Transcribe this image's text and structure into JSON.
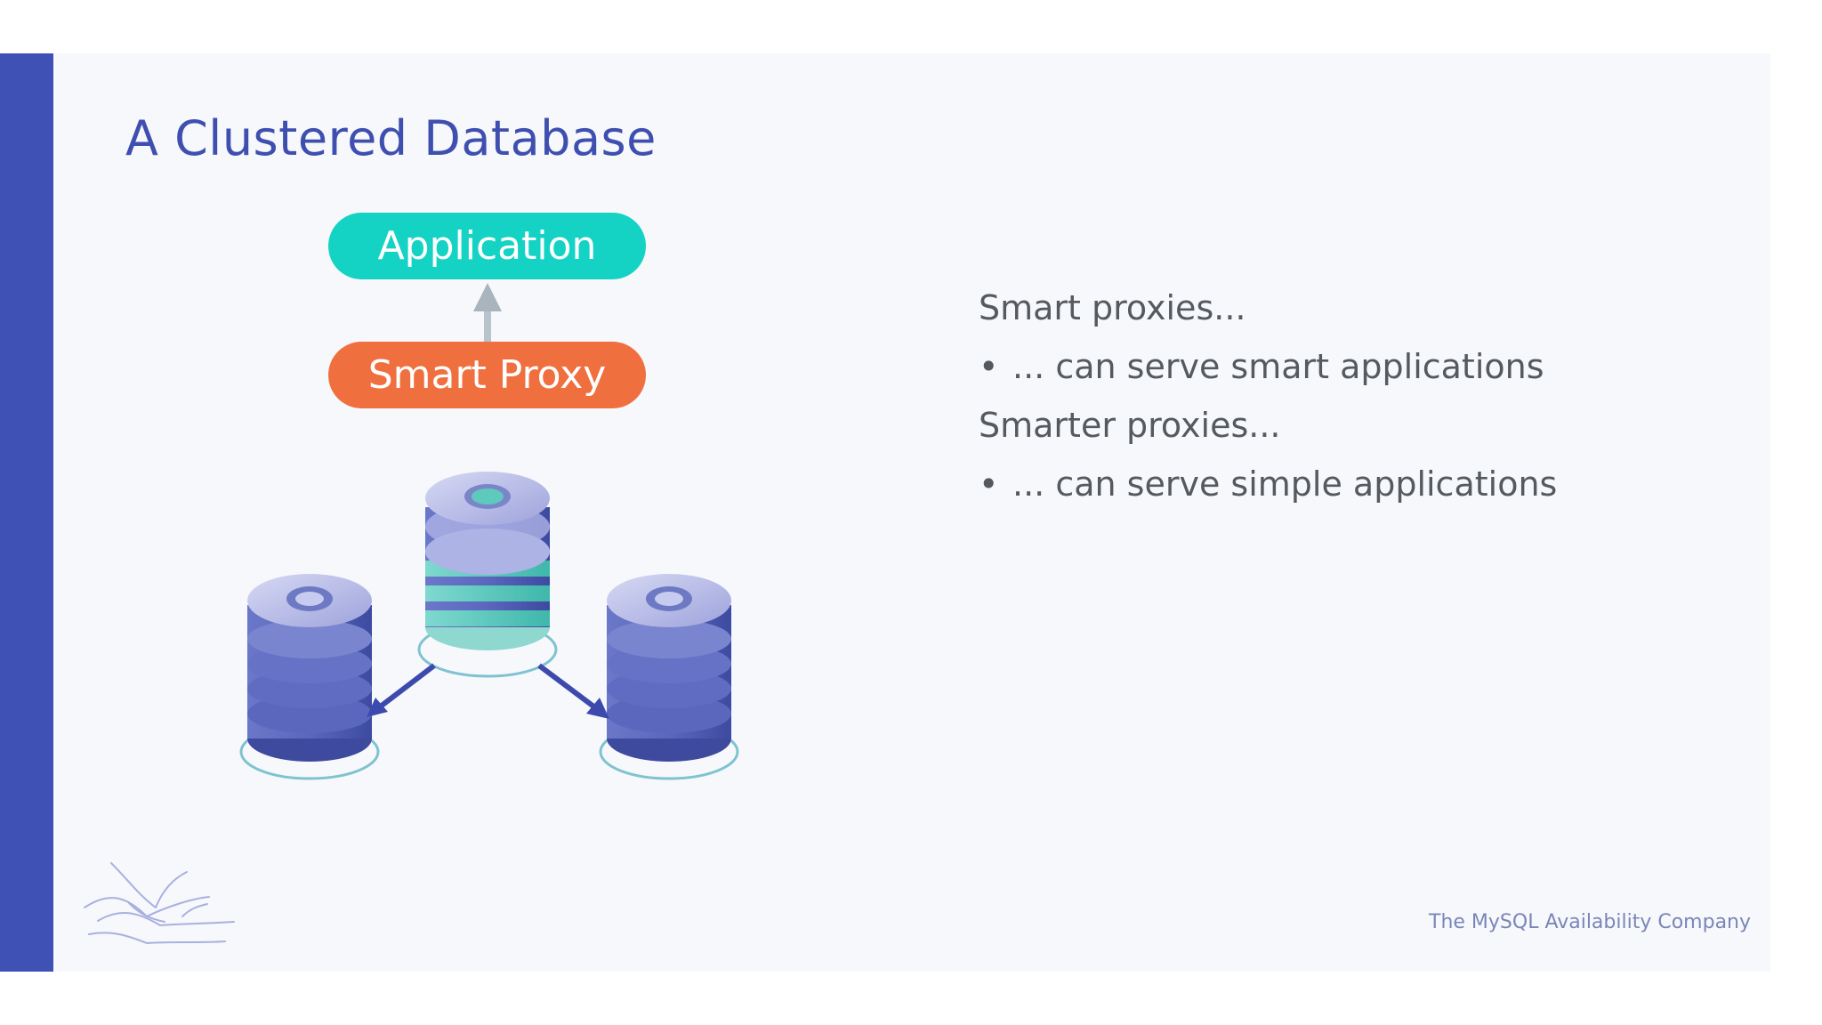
{
  "slide": {
    "title": "A Clustered Database",
    "diagram": {
      "top_label": "Application",
      "middle_label": "Smart Proxy"
    },
    "bullets": [
      {
        "text": "Smart proxies...",
        "level": 0
      },
      {
        "text": "... can serve smart applications",
        "level": 1
      },
      {
        "text": "Smarter proxies...",
        "level": 0
      },
      {
        "text": "... can serve simple applications",
        "level": 1
      }
    ],
    "bullet_symbol": "•",
    "footer_tagline": "The MySQL Availability Company"
  },
  "colors": {
    "accent": "#3f51b5",
    "application": "#14d3c4",
    "proxy": "#f06f3e",
    "db_body": "#4c5bb0",
    "db_top": "#b4b8e8",
    "db_teal": "#4fc9bd"
  },
  "icons": [
    "database-icon",
    "bird-logo-icon",
    "arrow-icon"
  ]
}
